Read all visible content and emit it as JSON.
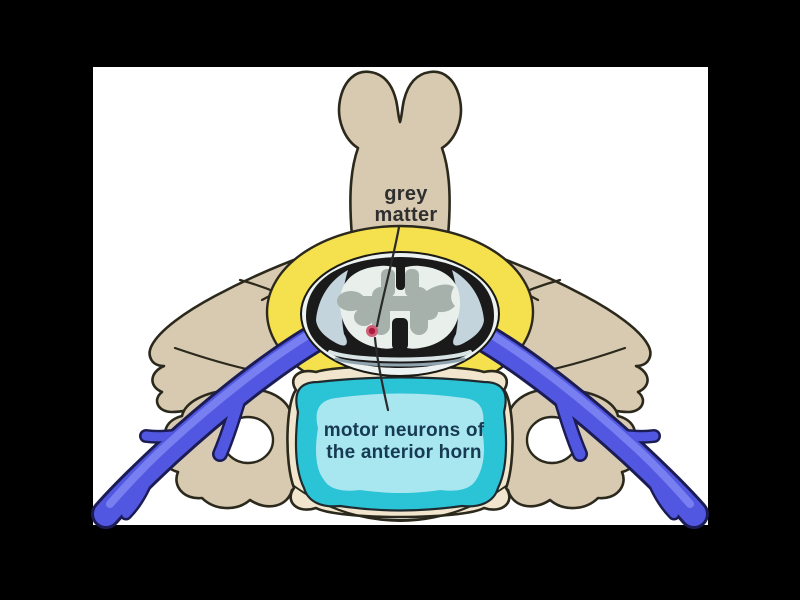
{
  "frame": {
    "background": "#000000",
    "canvas_background": "#ffffff"
  },
  "labels": {
    "grey_matter": {
      "line1": "grey",
      "line2": "matter"
    },
    "motor_neurons": {
      "line1": "motor neurons of",
      "line2": "the anterior horn"
    }
  },
  "colors": {
    "bone": "#d8cab1",
    "bone_outline": "#2b281c",
    "ligament_yellow": "#f5e04e",
    "nerve_blue": "#5157e0",
    "nerve_highlight": "#7f86f2",
    "nerve_outline": "#1c1c55",
    "canal_black": "#1a1a1a",
    "dura_white": "#edf2f2",
    "csf_light_blue": "#c3d4dc",
    "cord_white": "#e9f0eb",
    "grey_matter_fill": "#a7b1ac",
    "motor_neuron_dot": "#aa1b3c",
    "motor_neuron_dot_halo": "#d06078",
    "body_ring_cream": "#f1e6cd",
    "body_teal": "#2bc3d6",
    "body_light_cyan": "#a9e7f0",
    "foramen_white": "#ffffff",
    "grey_matter_text": "#2f2f2f",
    "motor_neurons_text": "#163a52"
  }
}
